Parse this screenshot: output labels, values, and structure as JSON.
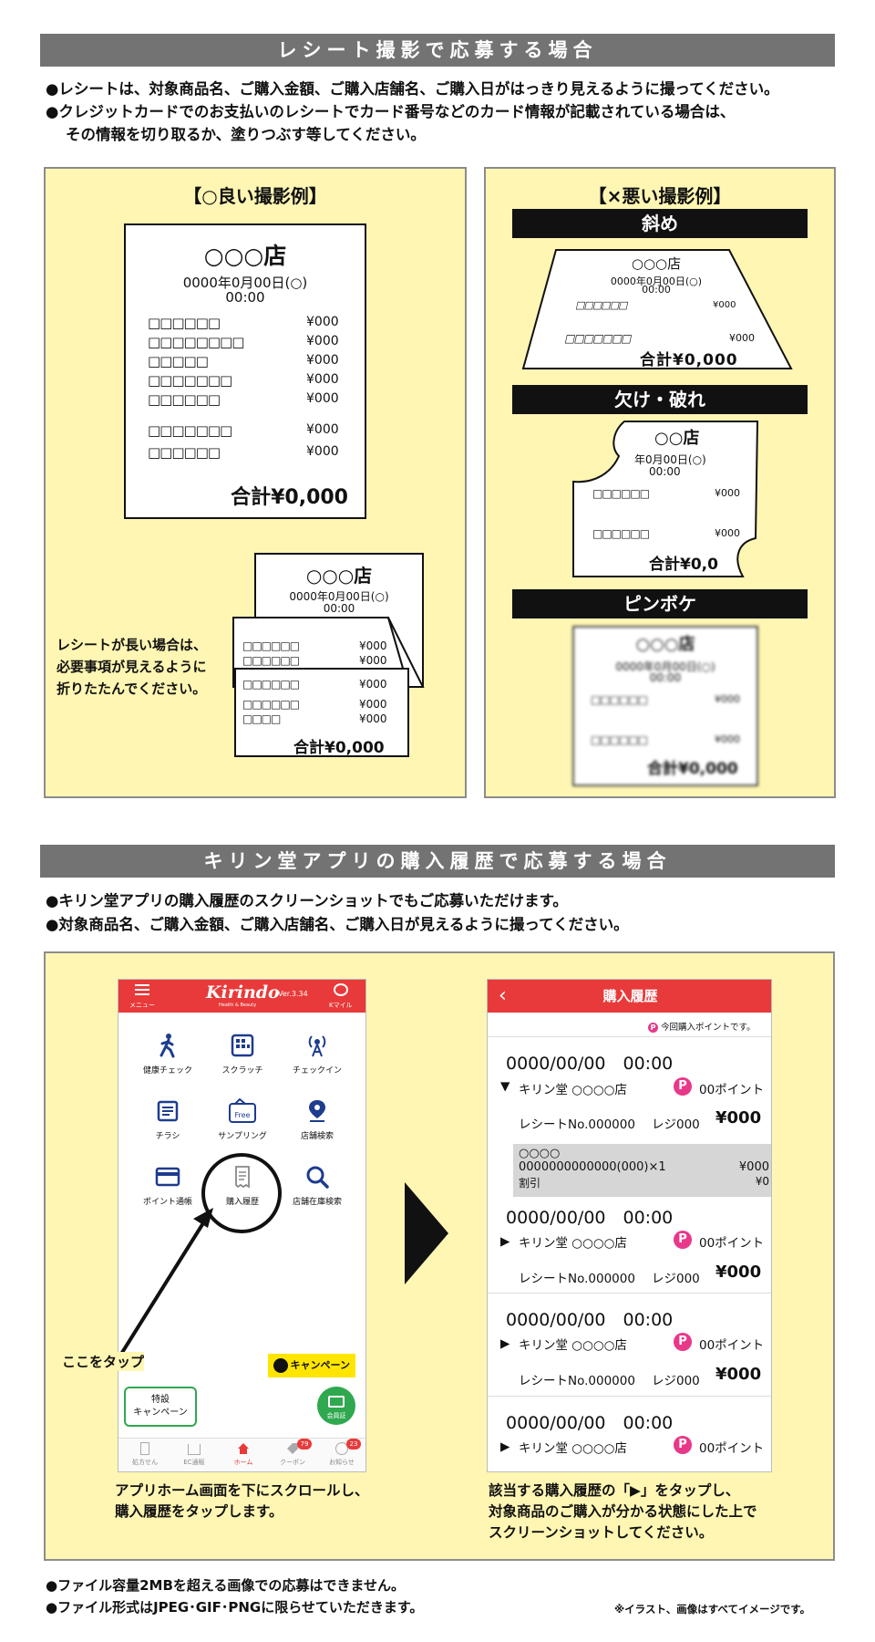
{
  "section1": {
    "header": "レシート撮影で応募する場合",
    "notes": [
      "●レシートは、対象商品名、ご購入金額、ご購入店舗名、ご購入日がはっきり見えるように撮ってください。",
      "●クレジットカードでのお支払いのレシートでカード番号などのカード情報が記載されている場合は、",
      "その情報を切り取るか、塗りつぶす等してください。"
    ],
    "good_title": "【○良い撮影例】",
    "bad_title": "【×悪い撮影例】",
    "bad_labels": [
      "斜め",
      "欠け・破れ",
      "ピンボケ"
    ],
    "receipt": {
      "store": "○○○店",
      "date": "0000年0月00日(○)",
      "time": "00:00",
      "items": [
        {
          "name": "□□□□□□",
          "price": "¥000"
        },
        {
          "name": "□□□□□□□□",
          "price": "¥000"
        },
        {
          "name": "□□□□□",
          "price": "¥000"
        },
        {
          "name": "□□□□□□□",
          "price": "¥000"
        },
        {
          "name": "□□□□□□",
          "price": "¥000"
        },
        {
          "name": "□□□□□□□",
          "price": "¥000"
        },
        {
          "name": "□□□□□□",
          "price": "¥000"
        }
      ],
      "total": "合計¥0,000",
      "total_sm": "合計¥0,000",
      "total_cut": "合計¥0,0"
    },
    "folded_items": [
      {
        "name": "□□□□□□",
        "price": "¥000"
      },
      {
        "name": "□□□□□□",
        "price": "¥000"
      },
      {
        "name": "□□□□□□",
        "price": "¥000"
      },
      {
        "name": "□□□□□□",
        "price": "¥000"
      },
      {
        "name": "□□□□",
        "price": "¥000"
      }
    ],
    "torn_store": "○○店",
    "torn_date": "年0月00日(○)",
    "fold_note": [
      "レシートが長い場合は、",
      "必要事項が見えるように",
      "折りたたんでください。"
    ]
  },
  "section2": {
    "header": "キリン堂アプリの購入履歴で応募する場合",
    "notes": [
      "●キリン堂アプリの購入履歴のスクリーンショットでもご応募いただけます。",
      "●対象商品名、ご購入金額、ご購入店舗名、ご購入日が見えるように撮ってください。"
    ],
    "app": {
      "menu_label": "メニュー",
      "logo": "Kirindo",
      "version": "Ver.3.34",
      "logo_sub": "Health & Beauty",
      "kmile": "Kマイル",
      "icons": [
        "健康チェック",
        "スクラッチ",
        "チェックイン",
        "チラシ",
        "サンプリング",
        "店舗検索",
        "ポイント通帳",
        "購入履歴",
        "店舗在庫検索"
      ],
      "free_label": "Free",
      "tap_label": "ここをタップ",
      "campaign_label": "キャンペーン",
      "special_label": [
        "特設",
        "キャンペーン"
      ],
      "member_label": "会員証",
      "tabs": [
        "処方せん",
        "EC通販",
        "ホーム",
        "クーポン",
        "お知らせ"
      ],
      "coupon_badge": "79",
      "notice_badge": "23"
    },
    "history": {
      "title": "購入履歴",
      "point_note": "今回購入ポイントです。",
      "entries": [
        {
          "datetime": "0000/00/00　00:00",
          "store": "キリン堂 ○○○○店",
          "points": "00ポイント",
          "receipt_no": "レシートNo.000000",
          "register": "レジ000",
          "amount": "¥000"
        },
        {
          "datetime": "0000/00/00　00:00",
          "store": "キリン堂 ○○○○店",
          "points": "00ポイント",
          "receipt_no": "レシートNo.000000",
          "register": "レジ000",
          "amount": "¥000"
        },
        {
          "datetime": "0000/00/00　00:00",
          "store": "キリン堂 ○○○○店",
          "points": "00ポイント",
          "receipt_no": "レシートNo.000000",
          "register": "レジ000",
          "amount": "¥000"
        },
        {
          "datetime": "0000/00/00　00:00",
          "store": "キリン堂 ○○○○店",
          "points": "00ポイント"
        }
      ],
      "detail": {
        "name": "○○○○",
        "code": "0000000000000(000)×1",
        "price": "¥000",
        "discount_label": "割引",
        "discount": "¥0"
      }
    },
    "caption_left": [
      "アプリホーム画面を下にスクロールし、",
      "購入履歴をタップします。"
    ],
    "caption_right": [
      "該当する購入履歴の「▶」をタップし、",
      "対象商品のご購入が分かる状態にした上で",
      "スクリーンショットしてください。"
    ]
  },
  "footer": {
    "notes": [
      "●ファイル容量2MBを超える画像での応募はできません。",
      "●ファイル形式はJPEG･GIF･PNGに限らせていただきます。"
    ],
    "disclaimer": "※イラスト、画像はすべてイメージです。"
  },
  "colors": {
    "header_gray": "#737373",
    "panel_yellow": "#fff6b3",
    "app_red": "#e83a3a",
    "point_pink": "#e8388a",
    "campaign_yellow": "#ffe500"
  }
}
